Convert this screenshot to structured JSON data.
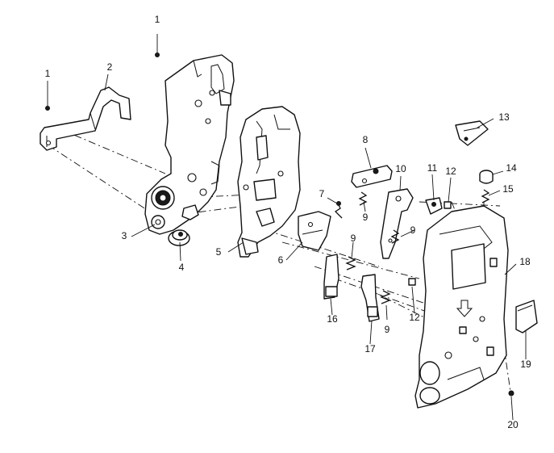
{
  "callouts": {
    "c1a": "1",
    "c1b": "1",
    "c2": "2",
    "c3": "3",
    "c4": "4",
    "c5": "5",
    "c6": "6",
    "c7": "7",
    "c8": "8",
    "c9a": "9",
    "c9b": "9",
    "c9c": "9",
    "c9d": "9",
    "c10": "10",
    "c11": "11",
    "c12a": "12",
    "c12b": "12",
    "c13": "13",
    "c14": "14",
    "c15": "15",
    "c16": "16",
    "c17": "17",
    "c18": "18",
    "c19": "19",
    "c20": "20"
  }
}
